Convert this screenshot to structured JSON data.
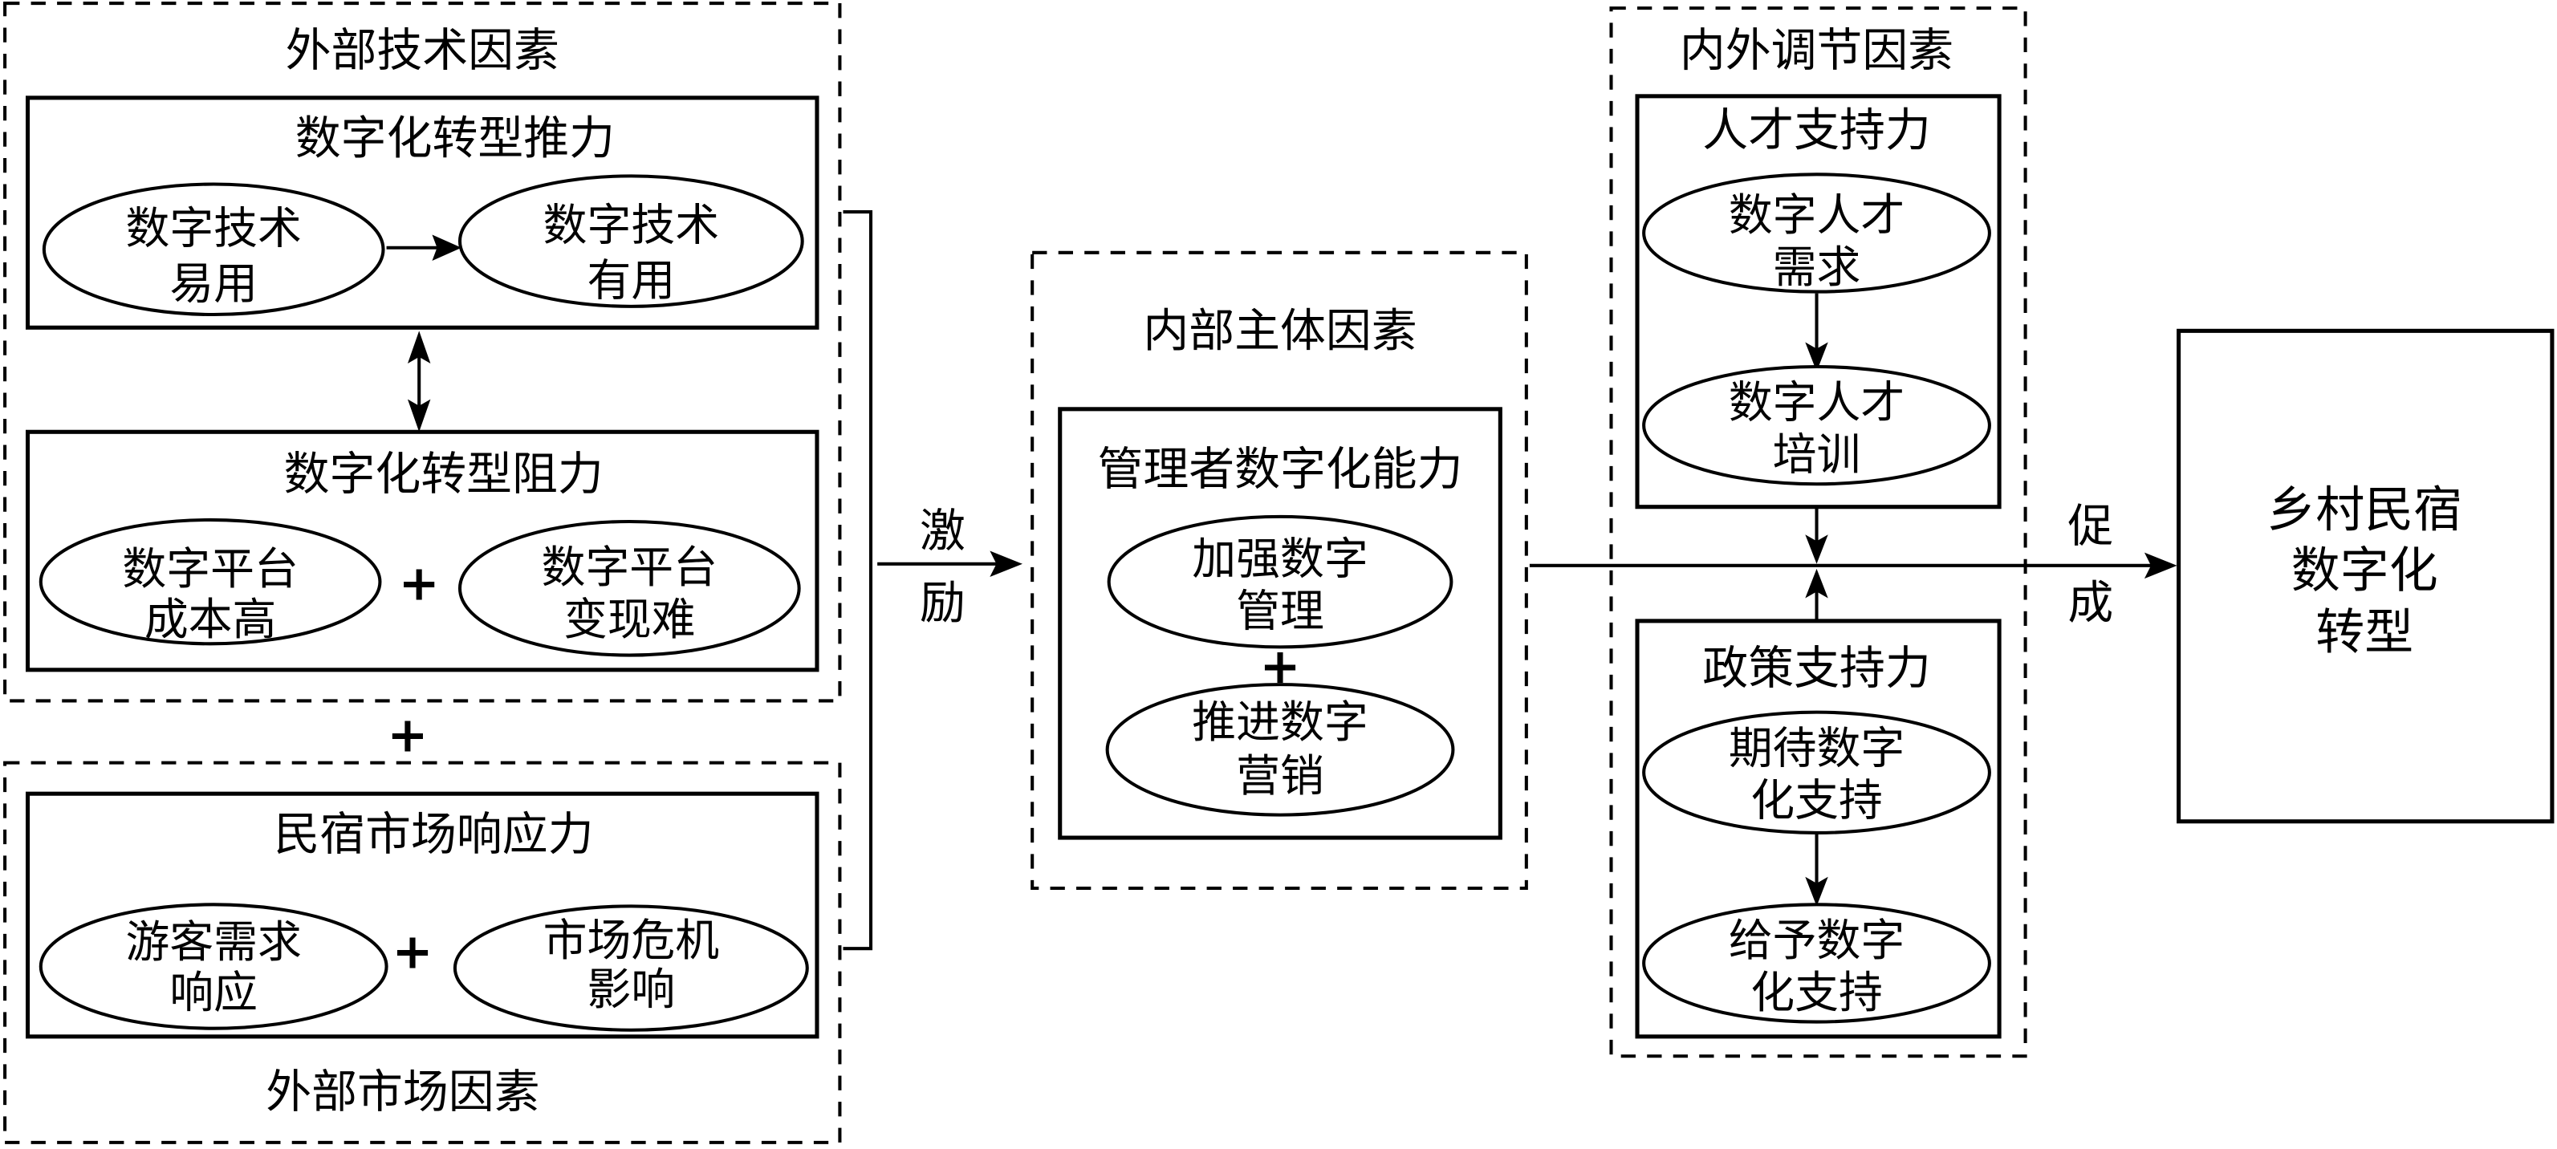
{
  "diagram": {
    "external_tech": {
      "title": "外部技术因素",
      "push": {
        "title": "数字化转型推力",
        "nodes": [
          {
            "line1": "数字技术",
            "line2": "易用"
          },
          {
            "line1": "数字技术",
            "line2": "有用"
          }
        ]
      },
      "resist": {
        "title": "数字化转型阻力",
        "nodes": [
          {
            "line1": "数字平台",
            "line2": "成本高"
          },
          {
            "line1": "数字平台",
            "line2": "变现难"
          }
        ],
        "operator": "+"
      }
    },
    "between_groups_operator": "+",
    "external_market": {
      "title": "外部市场因素",
      "response": {
        "title": "民宿市场响应力",
        "nodes": [
          {
            "line1": "游客需求",
            "line2": "响应"
          },
          {
            "line1": "市场危机",
            "line2": "影响"
          }
        ],
        "operator": "+"
      }
    },
    "edge_motivate": {
      "char1": "激",
      "char2": "励"
    },
    "internal": {
      "title": "内部主体因素",
      "capability": {
        "title": "管理者数字化能力",
        "nodes": [
          {
            "line1": "加强数字",
            "line2": "管理"
          },
          {
            "line1": "推进数字",
            "line2": "营销"
          }
        ],
        "operator": "+"
      }
    },
    "moderating": {
      "title": "内外调节因素",
      "talent": {
        "title": "人才支持力",
        "nodes": [
          {
            "line1": "数字人才",
            "line2": "需求"
          },
          {
            "line1": "数字人才",
            "line2": "培训"
          }
        ]
      },
      "policy": {
        "title": "政策支持力",
        "nodes": [
          {
            "line1": "期待数字",
            "line2": "化支持"
          },
          {
            "line1": "给予数字",
            "line2": "化支持"
          }
        ]
      }
    },
    "edge_promote": {
      "char1": "促",
      "char2": "成"
    },
    "target": {
      "line1": "乡村民宿",
      "line2": "数字化",
      "line3": "转型"
    }
  }
}
